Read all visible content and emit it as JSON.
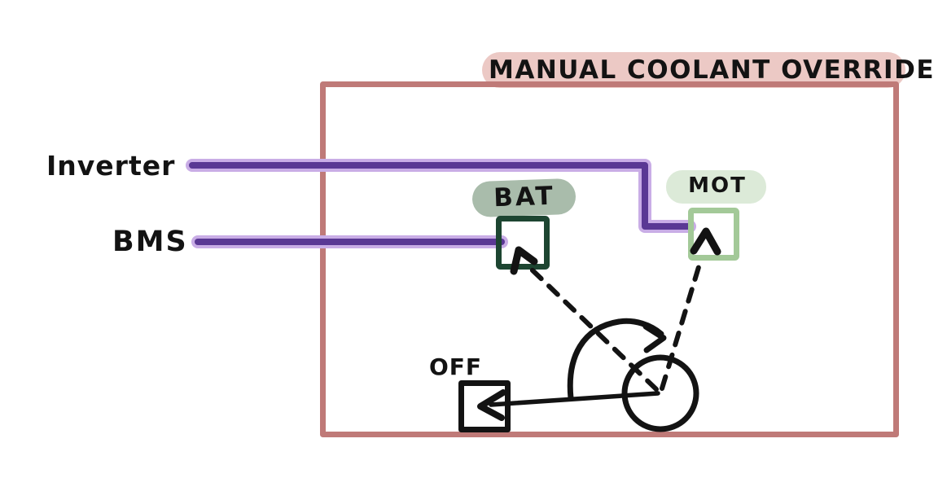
{
  "title": {
    "text": "MANUAL COOLANT OVERRIDE"
  },
  "signals": {
    "inverter": "Inverter",
    "bms": "BMS"
  },
  "selector": {
    "positions": {
      "bat": "BAT",
      "mot": "MOT",
      "off": "OFF"
    }
  },
  "colors": {
    "background": "#ffffff",
    "ink": "#131313",
    "frame": "#bf7a78",
    "title_highlight": "#ecc9c5",
    "wire_core": "#5a3894",
    "wire_glow": "#c9ade6",
    "bat_box": "#1d4531",
    "bat_highlight": "#a9bcab",
    "mot_box": "#a3c998",
    "mot_highlight": "#dcead8"
  }
}
